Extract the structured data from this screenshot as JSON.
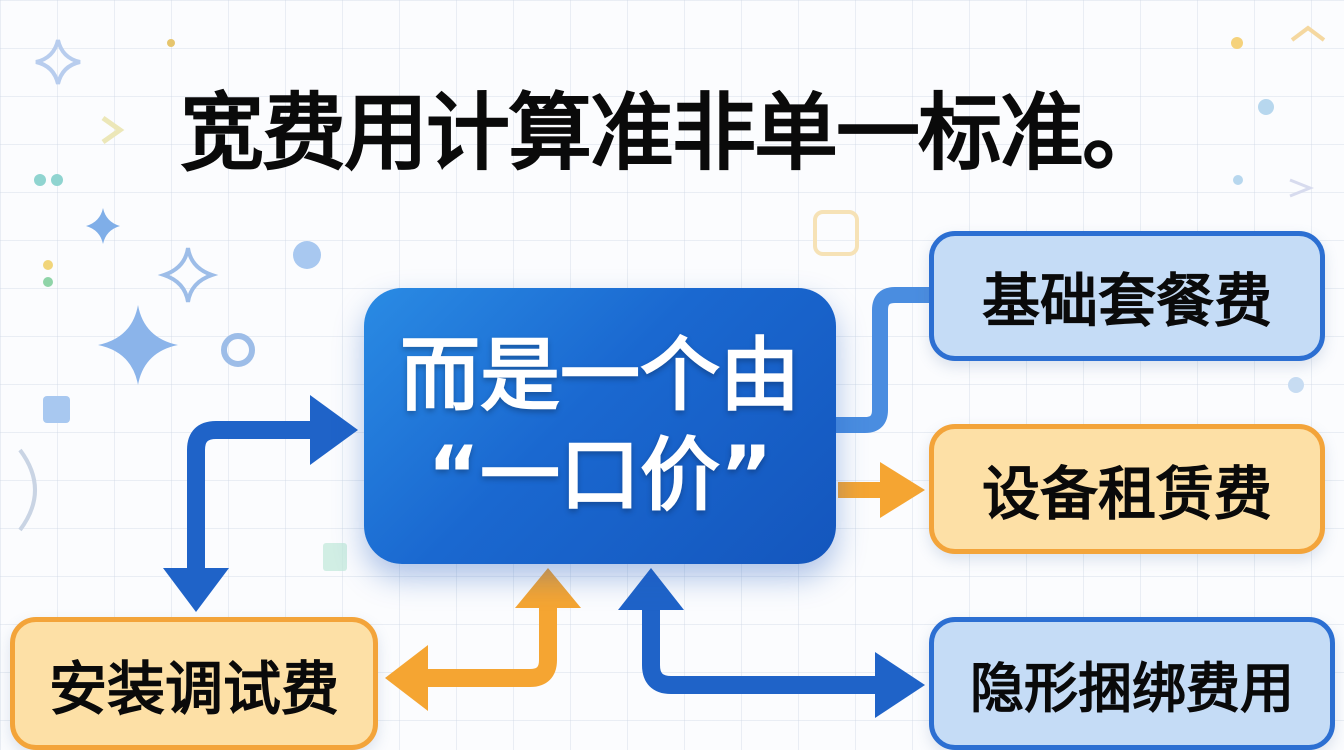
{
  "title": "宽费用计算准非单一标准。",
  "center": {
    "line1": "而是一个由",
    "line2": "“一口价”"
  },
  "nodes": [
    {
      "id": "base-package",
      "label": "基础套餐费",
      "style": "blue"
    },
    {
      "id": "equipment-rental",
      "label": "设备租赁费",
      "style": "orange"
    },
    {
      "id": "installation",
      "label": "安装调试费",
      "style": "orange"
    },
    {
      "id": "hidden-bundled",
      "label": "隐形捆绑费用",
      "style": "blue"
    }
  ],
  "colors": {
    "center_blue": "#1a68d0",
    "node_blue_fill": "#c5dcf6",
    "node_blue_border": "#2c6fd2",
    "node_orange_fill": "#fde0a6",
    "node_orange_border": "#f3a43a",
    "arrow_blue": "#1f63c8",
    "arrow_orange": "#f5a532",
    "connector_light_blue": "#4a8de0"
  }
}
